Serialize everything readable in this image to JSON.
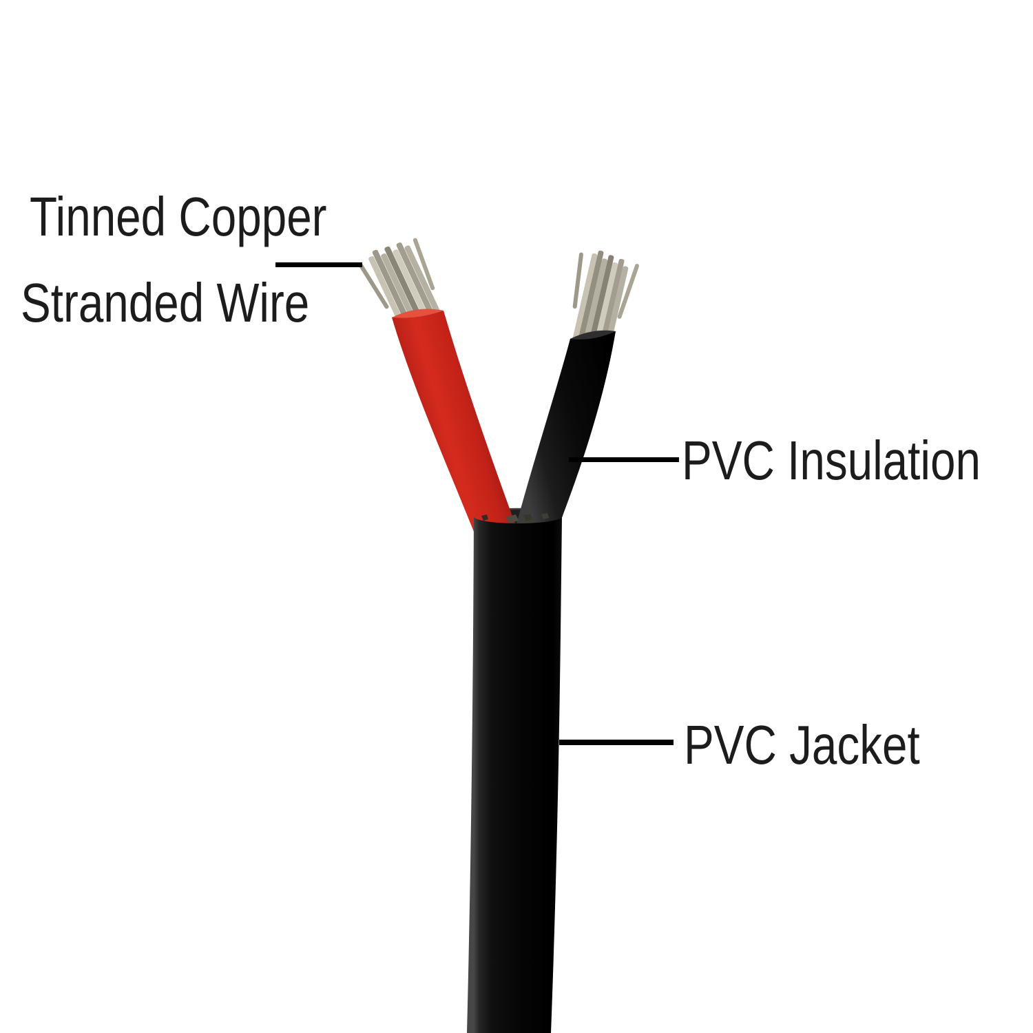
{
  "labels": {
    "stranded_wire_line1": "Tinned Copper",
    "stranded_wire_line2": "Stranded Wire",
    "insulation": "PVC Insulation",
    "jacket": "PVC Jacket"
  },
  "colors": {
    "background": "#ffffff",
    "label_text": "#1c1c1c",
    "leader_line": "#000000",
    "wire_red": "#d52b1e",
    "wire_black": "#0a0a0a",
    "jacket_black": "#0b0b0b",
    "jacket_opening": "#1f1f1f",
    "strand_silver": "#b5b1a2"
  }
}
